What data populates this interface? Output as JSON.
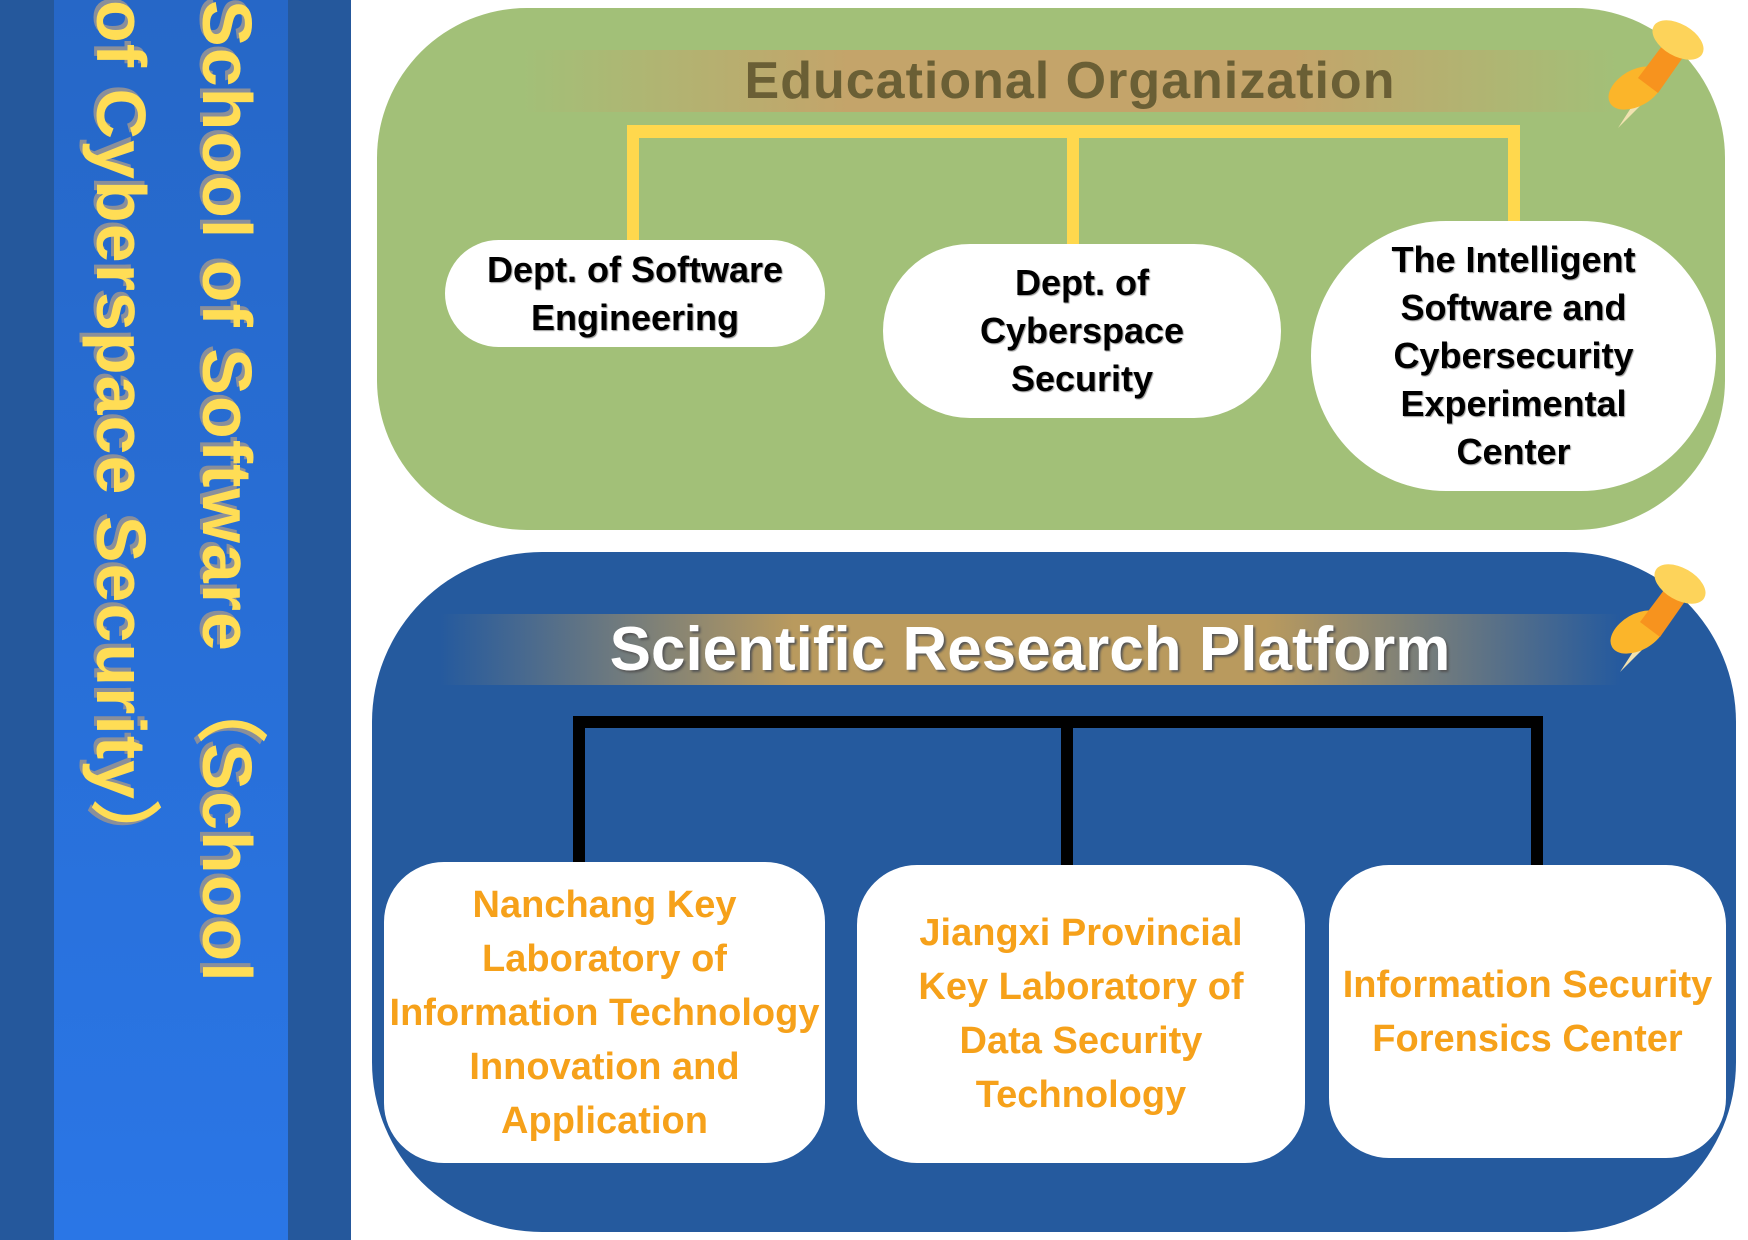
{
  "school_title": {
    "line1": "School of Software （School",
    "line2": "of Cyberspace Security）"
  },
  "educational": {
    "title": "Educational Organization",
    "units": [
      "Dept. of Software Engineering",
      "Dept. of Cyberspace Security",
      "The Intelligent Software and Cybersecurity Experimental Center"
    ]
  },
  "research": {
    "title": "Scientific Research Platform",
    "units": [
      "Nanchang Key Laboratory of Information Technology Innovation and Application",
      "Jiangxi Provincial Key Laboratory of Data Security Technology",
      "Information Security Forensics Center"
    ]
  },
  "colors": {
    "green": "#a2c078",
    "blue": "#255a9e",
    "yellow": "#ffdd55",
    "orange": "#f6a11a"
  }
}
